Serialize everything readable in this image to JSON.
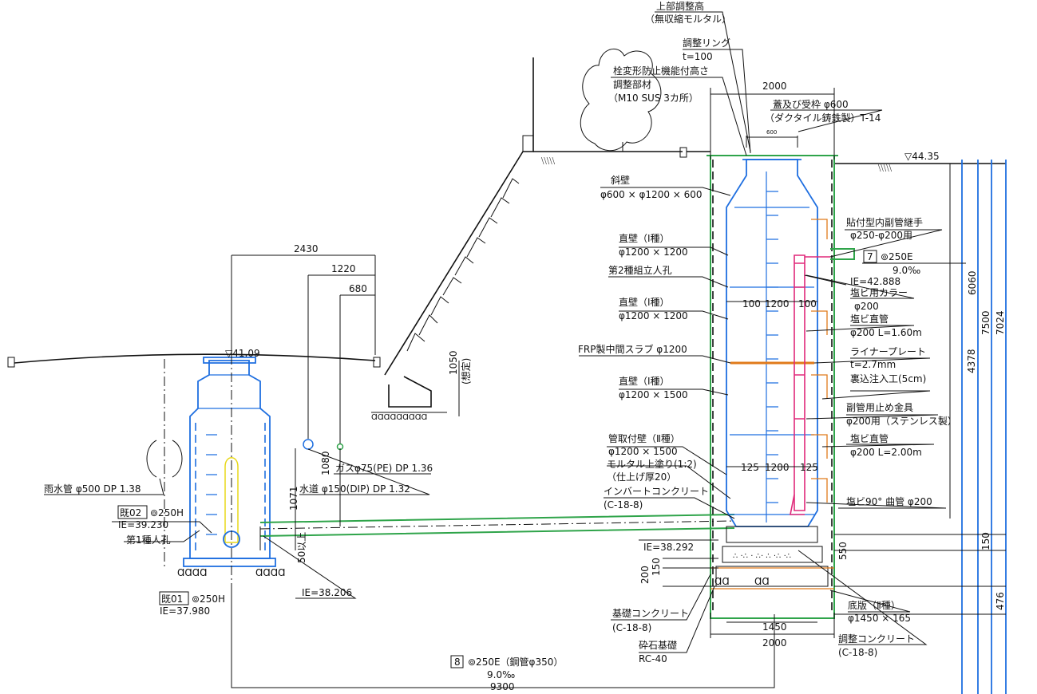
{
  "callouts": {
    "top_adjust": "上部調整高",
    "top_adjust_sub": "（無収縮モルタル）",
    "adjust_ring": "調整リング",
    "adjust_ring_t": "t=100",
    "anti_deform": "栓変形防止機能付高さ",
    "anti_deform2": "調整部材",
    "anti_deform3": "（M10 SUS 3カ所）",
    "cover": "蓋及び受枠 φ600",
    "cover_sub": "（ダクタイル鋳鉄製）T-14",
    "cover_size": "600",
    "slope_wall": "斜壁",
    "slope_wall_dim": "φ600 × φ1200 × 600",
    "straight_wall1": "直壁（Ⅰ種）",
    "straight_wall1_dim": "φ1200 × 1200",
    "assembly_manhole2": "第2種組立人孔",
    "straight_wall2": "直壁（Ⅰ種）",
    "straight_wall2_dim": "φ1200 × 1200",
    "frp_slab": "FRP製中間スラブ φ1200",
    "straight_wall3": "直壁（Ⅰ種）",
    "straight_wall3_dim": "φ1200 × 1500",
    "pipe_wall": "管取付壁（Ⅱ種）",
    "pipe_wall_dim": "φ1200 × 1500",
    "mortar": "モルタル上塗り(1:2)",
    "mortar_sub": "（仕上げ厚20）",
    "invert": "インバートコンクリート",
    "invert_sub": "(C-18-8)",
    "ie_38292": "IE=38.292",
    "base_concrete": "基礎コンクリート",
    "base_concrete_sub": "(C-18-8)",
    "gravel": "砕石基礎",
    "gravel_sub": "RC-40",
    "adjust_concrete": "調整コンクリート",
    "adjust_concrete_sub": "(C-18-8)",
    "bottom_slab": "底版（Ⅱ種）",
    "bottom_slab_dim": "φ1450 × 165",
    "joint": "貼付型内副管継手",
    "joint_dim": "φ250-φ200用",
    "pipe7_no": "7",
    "pipe7": "⊚250E",
    "pipe7_slope": "9.0‰",
    "pipe7_ie": "IE=42.888",
    "pvc_collar": "塩ビ用カラー",
    "pvc_collar_dim": "φ200",
    "pvc_pipe1": "塩ビ直管",
    "pvc_pipe1_dim": "φ200 L=1.60m",
    "liner": "ライナープレート",
    "liner_t": "t=2.7mm",
    "backfill": "裏込注入工(5cm)",
    "stopper": "副管用止め金具",
    "stopper_dim": "φ200用（ステンレス製）",
    "pvc_pipe2": "塩ビ直管",
    "pvc_pipe2_dim": "φ200 L=2.00m",
    "pvc_bend": "塩ビ90° 曲管 φ200",
    "rain_pipe": "雨水管 φ500 DP 1.38",
    "gas_pipe": "ガスφ75(PE) DP 1.36",
    "water_pipe": "水道 φ150(DIP) DP 1.32",
    "exist02_no": "既02",
    "exist02": "⊚250H",
    "exist02_ie": "IE=39.230",
    "manhole1": "第1種人孔",
    "ie_38206": "IE=38.206",
    "exist01_no": "既01",
    "exist01": "⊚250H",
    "exist01_ie": "IE=37.980",
    "pipe8_no": "8",
    "pipe8": "⊚250E（鋼管φ350）",
    "pipe8_slope": "9.0‰",
    "level_left": "▽41.09",
    "level_right": "▽44.35",
    "assumed": "(想定)"
  },
  "dims": {
    "d2000_top": "2000",
    "d2430": "2430",
    "d1220": "1220",
    "d680": "680",
    "d1050": "1050",
    "d1080": "1080",
    "d1071": "1071",
    "d50": "50以上",
    "d100a": "100",
    "d1200a": "1200",
    "d100b": "100",
    "d125a": "125",
    "d1200b": "1200",
    "d125b": "125",
    "d1450": "1450",
    "d2000_bot": "2000",
    "d9300": "9300",
    "d4378": "4378",
    "d6060": "6060",
    "d7500": "7500",
    "d7024": "7024",
    "d150r": "150",
    "d476": "476",
    "d550": "550",
    "d150l": "150",
    "d200l": "200"
  },
  "colors": {
    "existing_manhole": "#1f6fe0",
    "pipe": "#2fa44a",
    "liner_plate": "#2fa44a",
    "sub_pipe": "#e0287a",
    "orange_detail": "#e07a1a",
    "line": "#111111"
  }
}
